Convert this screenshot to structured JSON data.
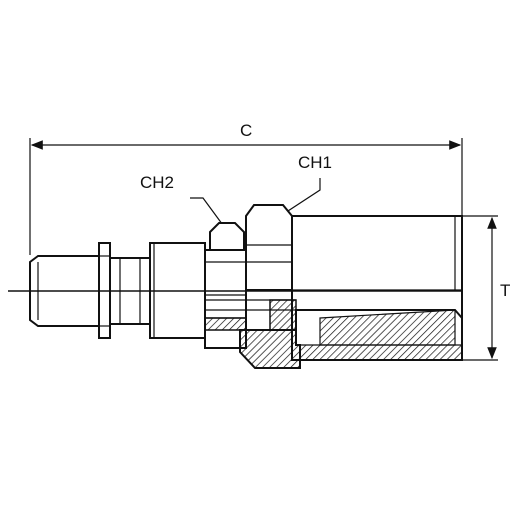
{
  "labels": {
    "dimension_c": "C",
    "dimension_t": "T",
    "hex_ch1": "CH1",
    "hex_ch2": "CH2"
  }
}
